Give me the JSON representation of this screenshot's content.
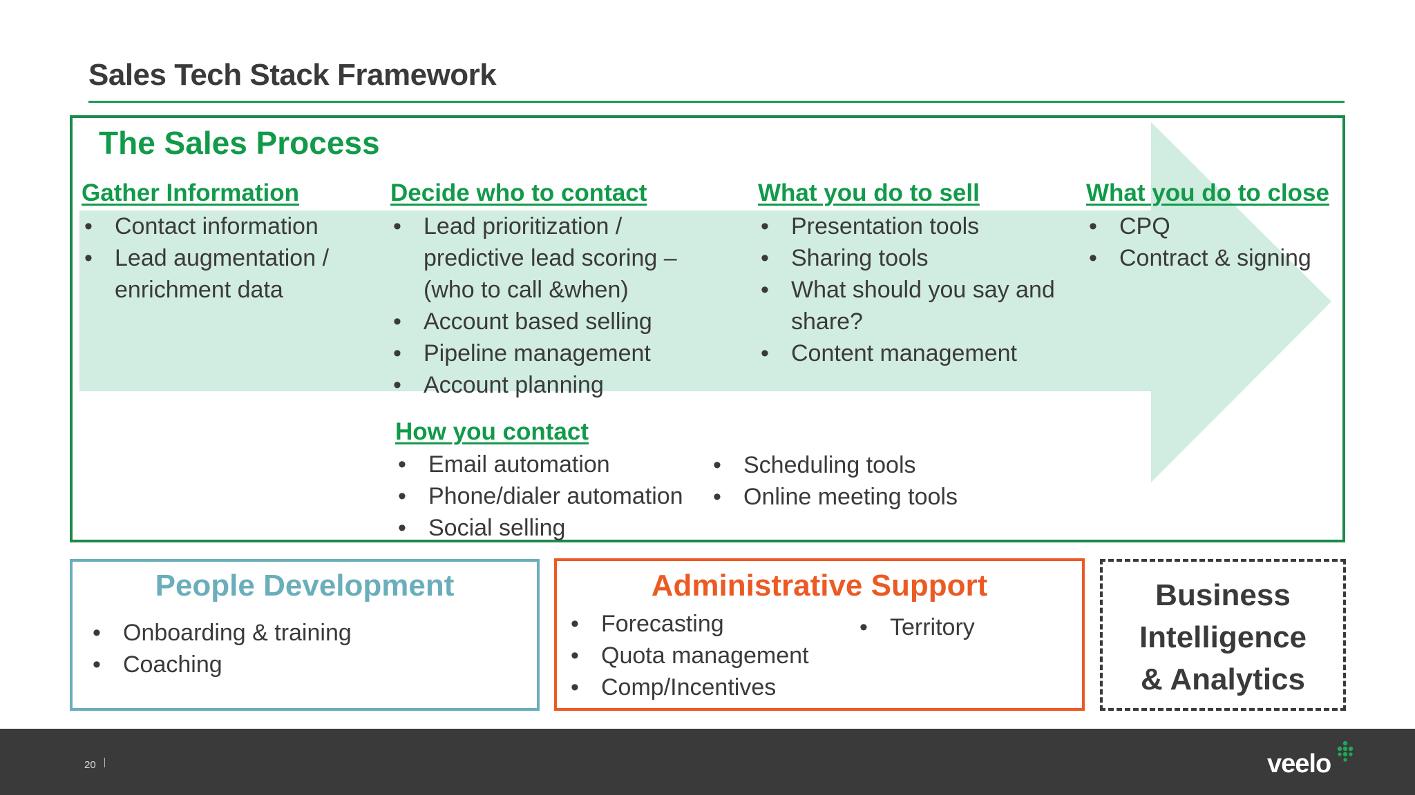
{
  "page": {
    "title": "Sales Tech Stack Framework",
    "page_number": "20"
  },
  "colors": {
    "green": "#119a4a",
    "arrow_fill": "#d1ece0",
    "teal": "#6aaebb",
    "orange": "#ec5a24",
    "dark": "#3a3a3a"
  },
  "process": {
    "title": "The Sales Process",
    "columns": [
      {
        "heading": "Gather Information",
        "items": [
          "Contact information",
          "Lead augmentation /",
          "enrichment data"
        ]
      },
      {
        "heading": "Decide who to contact",
        "items": [
          "Lead prioritization /",
          "predictive lead scoring –",
          "(who to call &when)",
          "Account based selling",
          "Pipeline management",
          "Account planning"
        ]
      },
      {
        "heading": "What you do to sell",
        "items": [
          "Presentation tools",
          "Sharing tools",
          "What should you say and",
          "share?",
          "Content management"
        ]
      },
      {
        "heading": "What you do to close",
        "items": [
          "CPQ",
          "Contract & signing"
        ]
      }
    ],
    "contact": {
      "heading": "How you contact",
      "left_items": [
        "Email automation",
        "Phone/dialer automation",
        "Social selling"
      ],
      "right_items": [
        "Scheduling tools",
        "Online meeting tools"
      ]
    }
  },
  "people": {
    "title": "People Development",
    "items": [
      "Onboarding & training",
      "Coaching"
    ]
  },
  "admin": {
    "title": "Administrative Support",
    "left_items": [
      "Forecasting",
      "Quota management",
      "Comp/Incentives"
    ],
    "right_items": [
      "Territory"
    ]
  },
  "bi": {
    "line1": "Business",
    "line2": "Intelligence",
    "line3": "& Analytics"
  },
  "footer": {
    "logo_text": "veelo"
  },
  "bullet": "•"
}
